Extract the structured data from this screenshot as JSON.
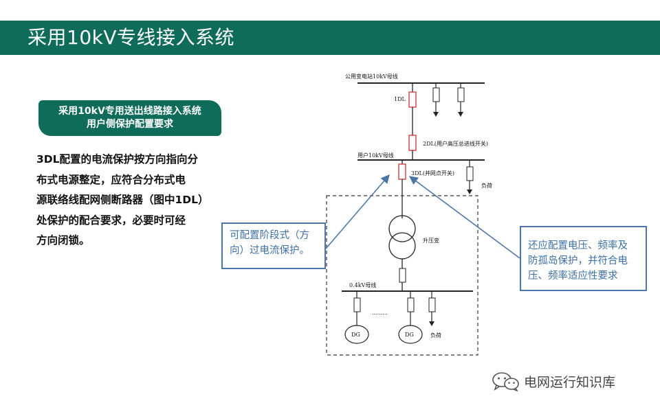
{
  "title": "采用10kV专线接入系统",
  "requirement_box": {
    "line1": "采用10kV专用送出线路接入系统",
    "line2": "用户侧保护配置要求"
  },
  "description": [
    "3DL配置的电流保护按方向指向分",
    "布式电源整定，应符合分布式电",
    "源联络线配网侧断路器（图中1DL）",
    "处保护的配合要求，必要时可经",
    "方向闭锁。"
  ],
  "callout_left": {
    "line1": "可配置阶段式（方",
    "line2": "向）过电流保护。"
  },
  "callout_right": {
    "line1": "还应配置电压、频率及",
    "line2": "防孤岛保护，并符合电",
    "line3": "压、频率适应性要求"
  },
  "diagram": {
    "bus_public": "公用变电站10kV母线",
    "breaker_1dl": "1DL",
    "breaker_2dl": "2DL(用户高压总进线开关)",
    "bus_user": "用户10kV母线",
    "breaker_3dl": "3DL(并网点开关)",
    "load_top": "负荷",
    "transformer": "升压变",
    "bus_low": "0.4kV母线",
    "dots": ".........",
    "dg1": "DG",
    "dg2": "DG",
    "load_bottom": "负荷"
  },
  "watermark": {
    "icon": "wechat-icon",
    "text": "电网运行知识库"
  },
  "colors": {
    "theme_green": "#0f6b5a",
    "callout_blue": "#4b77a8",
    "breaker_red": "#d03030"
  }
}
